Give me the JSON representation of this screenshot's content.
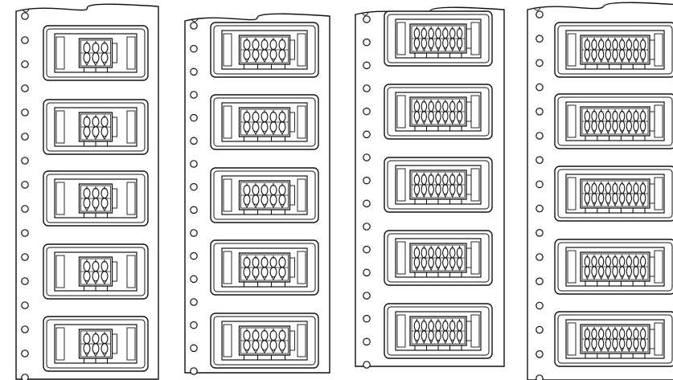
{
  "drawing": {
    "subject": "connector-carrier-tape-reels",
    "line_color": "#111111",
    "background_color": "#ffffff",
    "strips": [
      {
        "id": "strip-1",
        "pin_pairs": 3,
        "pockets": 5,
        "sprocket_holes": 16
      },
      {
        "id": "strip-2",
        "pin_pairs": 5,
        "pockets": 5,
        "sprocket_holes": 16
      },
      {
        "id": "strip-3",
        "pin_pairs": 7,
        "pockets": 5,
        "sprocket_holes": 16
      },
      {
        "id": "strip-4",
        "pin_pairs": 9,
        "pockets": 5,
        "sprocket_holes": 16
      }
    ]
  }
}
